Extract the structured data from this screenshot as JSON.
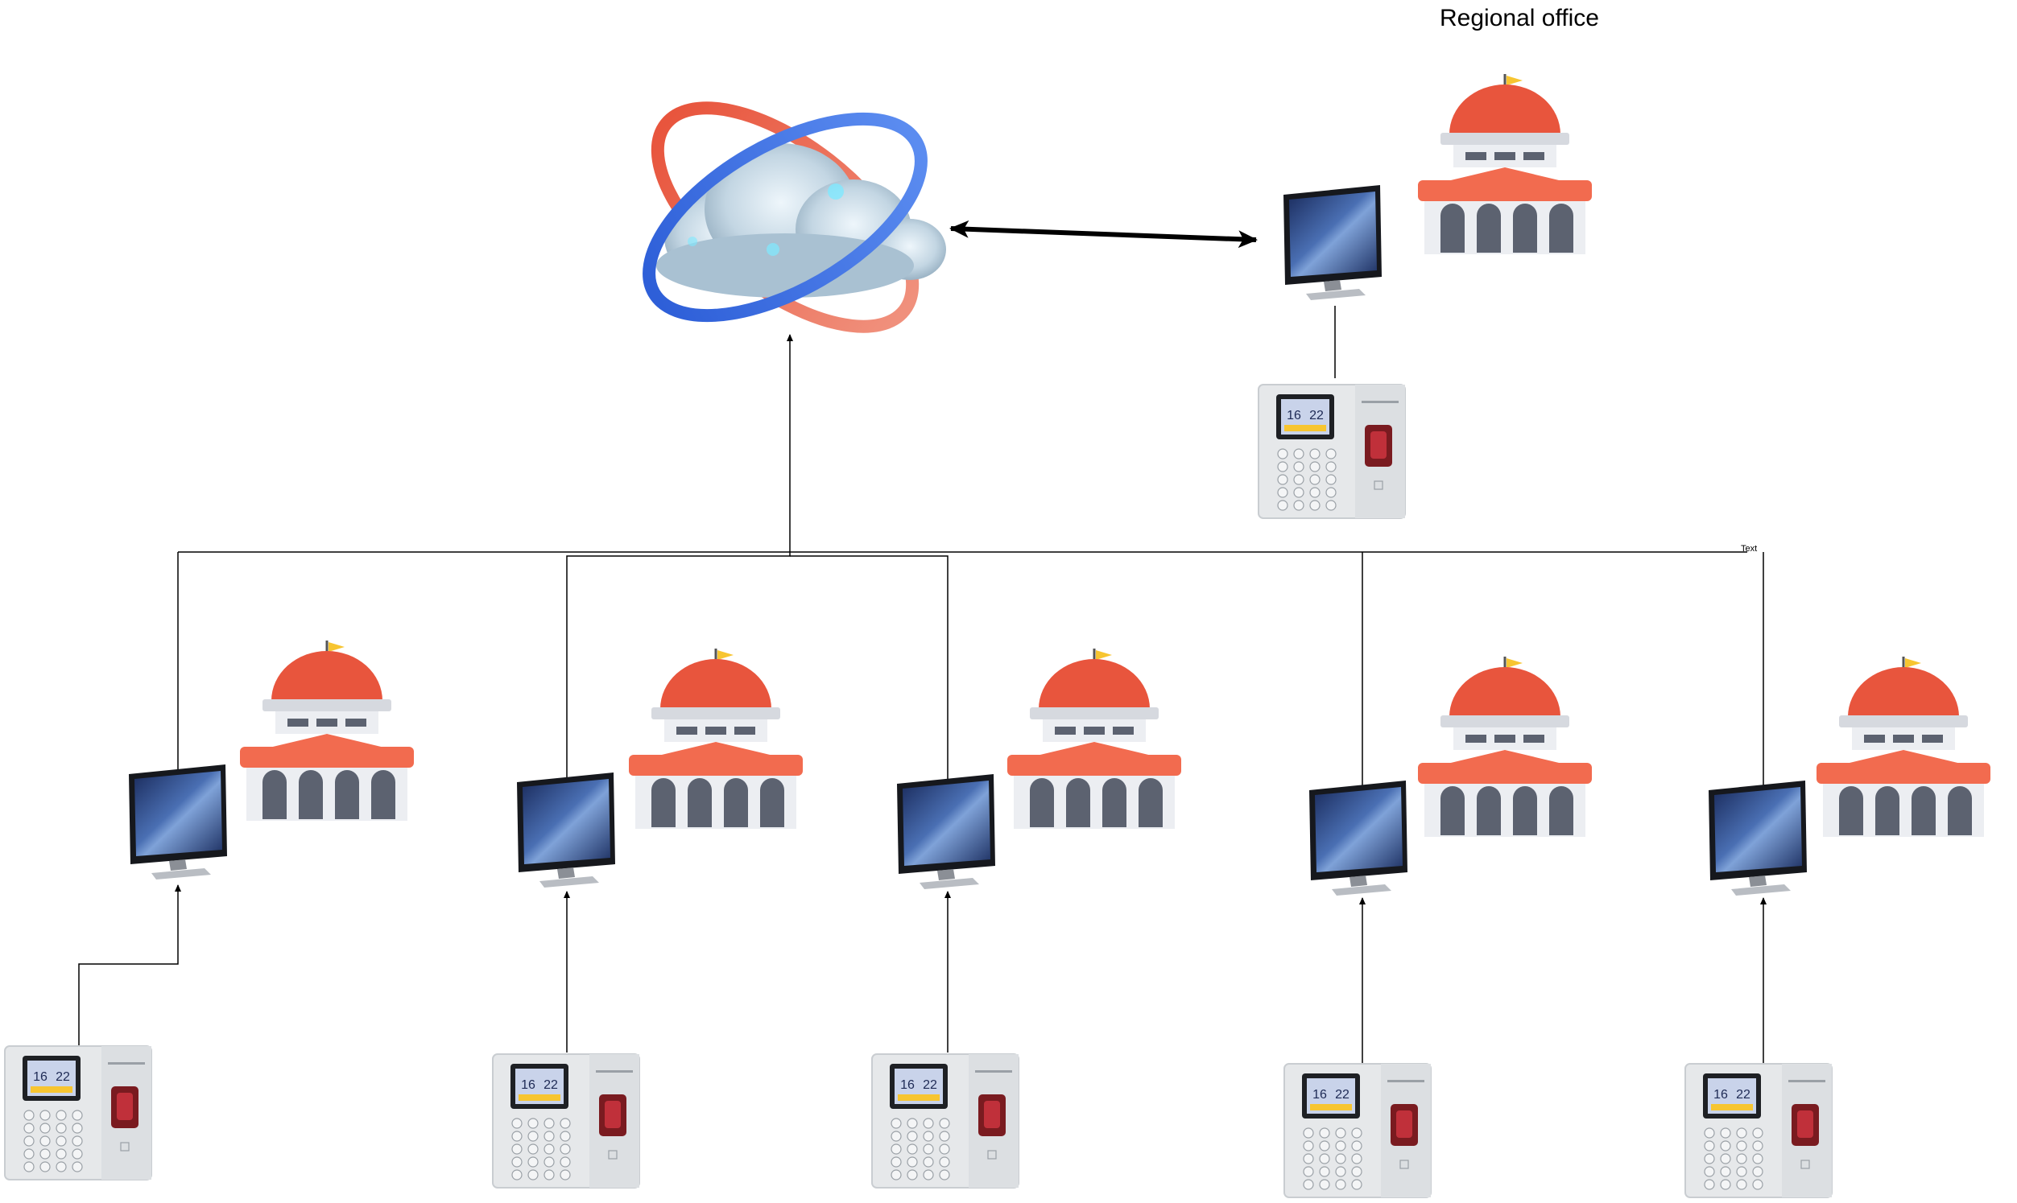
{
  "labels": {
    "regional_office": "Regional office",
    "text_node": "Text"
  },
  "icons": {
    "cloud": "cloud-network-icon",
    "building": "government-building-icon",
    "monitor": "monitor-icon",
    "terminal": "fingerprint-terminal-icon"
  },
  "terminal_screen": {
    "hour": "16",
    "minute": "22"
  },
  "colors": {
    "roof": "#f26b4f",
    "dome": "#e8553d",
    "column": "#5c6270",
    "wall": "#eceef2",
    "flag": "#f7c531",
    "line": "#000000",
    "cloud_ring_blue": "#2e5fd8",
    "cloud_ring_red": "#e8553d"
  }
}
